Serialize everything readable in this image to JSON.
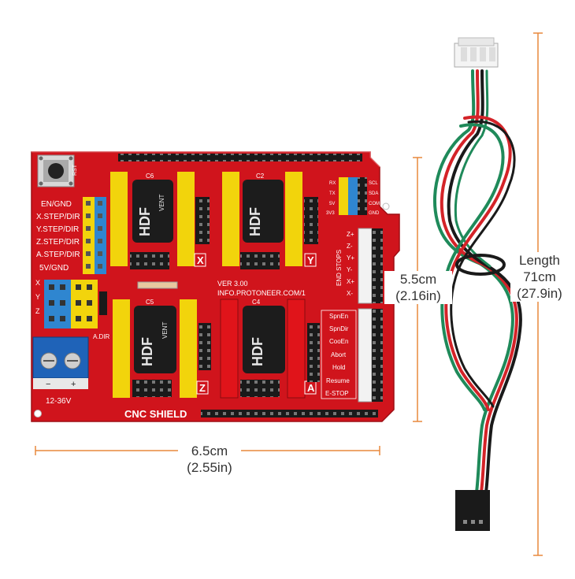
{
  "board": {
    "rst_label": "RST",
    "left_pin_labels": [
      "EN/GND",
      "X.STEP/DIR",
      "Y.STEP/DIR",
      "Z.STEP/DIR",
      "A.STEP/DIR",
      "5V/GND"
    ],
    "axis_labels": [
      "X",
      "Y",
      "Z"
    ],
    "a_dir_label": "A.DIR",
    "power_terminal": {
      "minus": "−",
      "plus": "+",
      "voltage": "12-36V"
    },
    "driver_labels": [
      "X",
      "Y",
      "Z",
      "A"
    ],
    "cap_labels": [
      "C6",
      "C2",
      "C5",
      "C4"
    ],
    "cap_brand": "HDF",
    "cap_vent": "VENT",
    "version": "VER 3.00",
    "website": "INFO.PROTONEER.COM/1",
    "board_name": "CNC SHIELD",
    "end_stops": "END STOPS",
    "end_stop_pins": [
      "Z+",
      "Z-",
      "Y+",
      "Y-",
      "X+",
      "X-"
    ],
    "serial_labels": [
      "RX",
      "TX",
      "5V",
      "3V3"
    ],
    "serial_right": [
      "SCL",
      "SDA",
      "COM",
      "GND"
    ],
    "control_labels": [
      "SpnEn",
      "SpnDir",
      "CooEn",
      "Abort",
      "Hold",
      "Resume",
      "E-STOP"
    ]
  },
  "dimensions": {
    "width": {
      "cm": "6.5cm",
      "in": "(2.55in)"
    },
    "height": {
      "cm": "5.5cm",
      "in": "(2.16in)"
    },
    "length": {
      "title": "Length",
      "cm": "71cm",
      "in": "(27.9in)"
    }
  },
  "colors": {
    "pcb": "#d0141c",
    "yellow_header": "#f2d40c",
    "red_header": "#e0141a",
    "blue_header": "#2f86d0",
    "terminal": "#1f63b8",
    "dim_line": "#e8883c",
    "wire_red": "#d42328",
    "wire_green": "#1f8a5a",
    "wire_black": "#1a1a1a"
  }
}
